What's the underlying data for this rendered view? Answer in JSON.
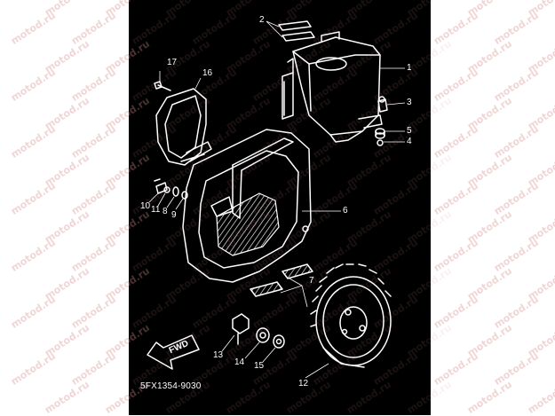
{
  "diagram": {
    "document_code": "5FX1354-9030",
    "watermark": "motod.ru",
    "colors": {
      "background": "#000000",
      "line": "#ffffff",
      "page": "#ffffff",
      "watermark": "#d88a8a"
    },
    "callouts": [
      {
        "id": "c1",
        "text": "1"
      },
      {
        "id": "c2",
        "text": "2"
      },
      {
        "id": "c3",
        "text": "3"
      },
      {
        "id": "c4",
        "text": "4"
      },
      {
        "id": "c5",
        "text": "5"
      },
      {
        "id": "c6",
        "text": "6"
      },
      {
        "id": "c7",
        "text": "7"
      },
      {
        "id": "c8",
        "text": "8"
      },
      {
        "id": "c9",
        "text": "9"
      },
      {
        "id": "c10",
        "text": "10"
      },
      {
        "id": "c11",
        "text": "11"
      },
      {
        "id": "c12",
        "text": "12"
      },
      {
        "id": "c13",
        "text": "13"
      },
      {
        "id": "c14",
        "text": "14"
      },
      {
        "id": "c15",
        "text": "15"
      },
      {
        "id": "c16",
        "text": "16"
      },
      {
        "id": "c17",
        "text": "17"
      }
    ],
    "fwd_label": "FWD"
  }
}
